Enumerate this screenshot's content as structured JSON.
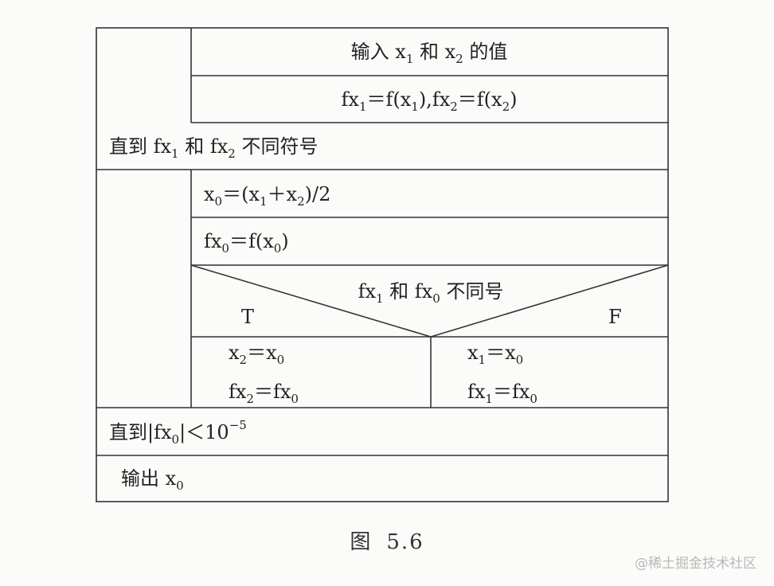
{
  "diagram": {
    "rows": {
      "input": "输入 x₁ 和 x₂ 的值",
      "compute_f": "fx₁ = f(x₁), fx₂ = f(x₂)",
      "until_sign": "直到 fx₁ 和 fx₂ 不同符号",
      "midpoint": "x₀ = (x₁ + x₂)/2",
      "eval_mid": "fx₀ = f(x₀)",
      "condition": "fx₁ 和 fx₀ 不同号",
      "true_label": "T",
      "false_label": "F",
      "true_branch": [
        "x₂ = x₀",
        "fx₂ = fx₀"
      ],
      "false_branch": [
        "x₁ = x₀",
        "fx₁ = fx₀"
      ],
      "until_converge": "直到 |fx₀| < 10⁻⁵",
      "output": "输出 x₀"
    }
  },
  "caption": {
    "figure_word": "图",
    "figure_number": "5.6"
  },
  "watermark": "@稀土掘金技术社区"
}
